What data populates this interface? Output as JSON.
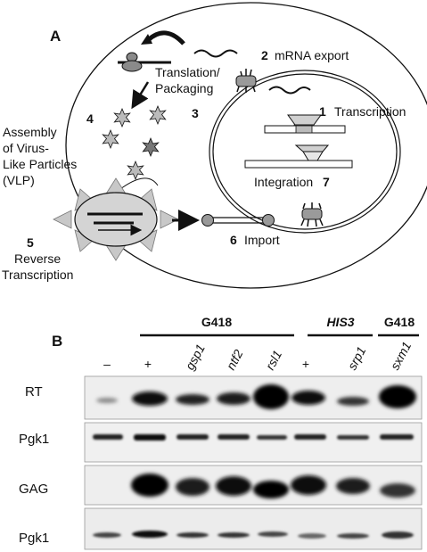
{
  "panel_a": {
    "label": "A",
    "steps": {
      "mrna_export": {
        "num": "2",
        "text": "mRNA export"
      },
      "transcription": {
        "num": "1",
        "text": "Transcription"
      },
      "translation": {
        "line1": "Translation/",
        "line2": "Packaging",
        "num": "3"
      },
      "assembly": {
        "num": "4",
        "line1": "Assembly",
        "line2": "of Virus-",
        "line3": "Like Particles",
        "line4": "(VLP)"
      },
      "integration": {
        "text": "Integration",
        "num": "7"
      },
      "import": {
        "num": "6",
        "text": "Import"
      },
      "reverse_transcription": {
        "num": "5",
        "line1": "Reverse",
        "line2": "Transcription"
      }
    }
  },
  "panel_b": {
    "label": "B",
    "groups": [
      {
        "label": "G418",
        "italic": false
      },
      {
        "label": "HIS3",
        "italic": true
      },
      {
        "label": "G418",
        "italic": false
      }
    ],
    "lanes": [
      "–",
      "+",
      "gsp1",
      "ntf2",
      "rsl1",
      "+",
      "srp1",
      "sxm1"
    ],
    "rows": [
      "RT",
      "Pgk1",
      "GAG",
      "Pgk1"
    ]
  }
}
